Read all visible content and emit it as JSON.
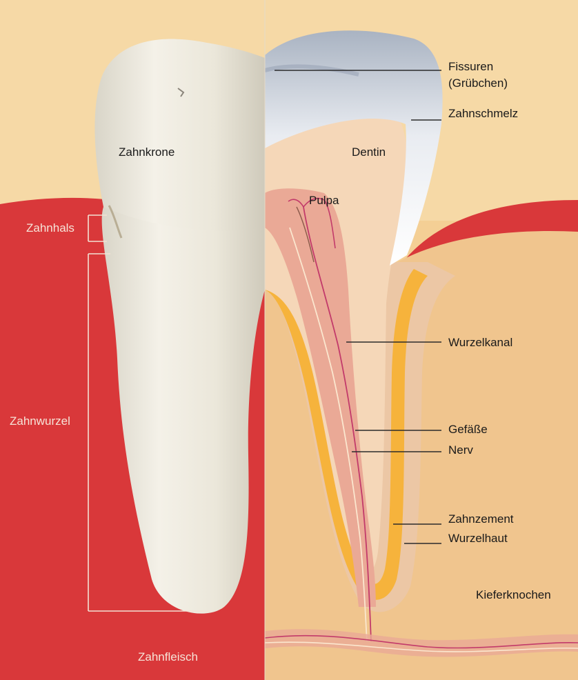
{
  "colors": {
    "background": "#f2c98a",
    "gum": "#d9383a",
    "bone": "#f0c58e",
    "dentin": "#f5d7b8",
    "enamel": "#ffffff",
    "pulp": "#eaa996",
    "cementum": "#f6b33c",
    "periodontium": "#ecc7a5",
    "vessel": "#c23a6a",
    "nerve": "#fbe7cf"
  },
  "labels": {
    "zahnkrone": "Zahnkrone",
    "dentin": "Dentin",
    "pulpa": "Pulpa",
    "fissuren_line1": "Fissuren",
    "fissuren_line2": "(Grübchen)",
    "zahnschmelz": "Zahnschmelz",
    "wurzelkanal": "Wurzelkanal",
    "gefaesse": "Gefäße",
    "nerv": "Nerv",
    "zahnzement": "Zahnzement",
    "wurzelhaut": "Wurzelhaut",
    "kieferknochen": "Kieferknochen",
    "zahnhals": "Zahnhals",
    "zahnwurzel": "Zahnwurzel",
    "zahnfleisch": "Zahnfleisch"
  }
}
